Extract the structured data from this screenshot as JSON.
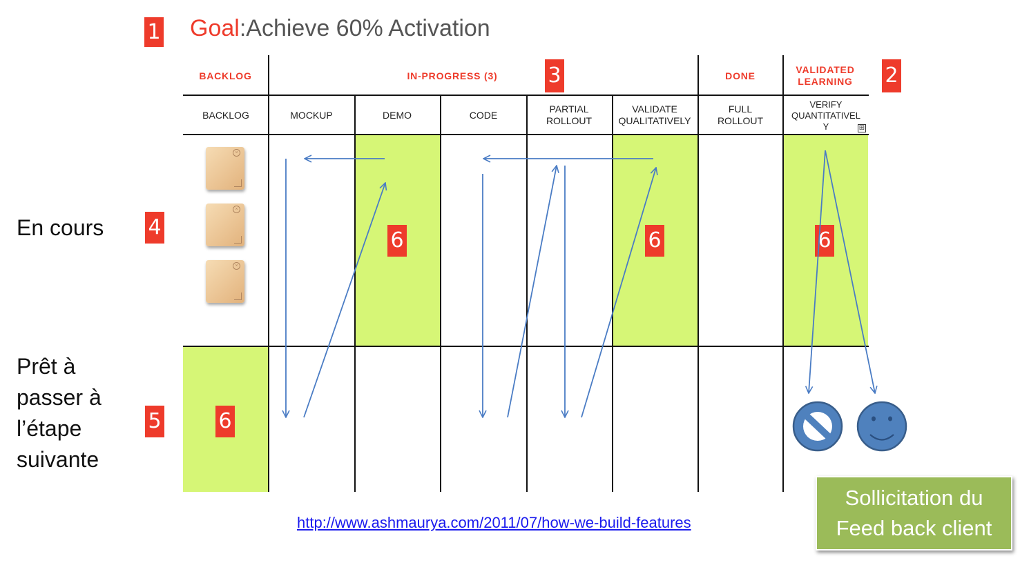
{
  "badges": {
    "goal": "1",
    "validated": "2",
    "in_progress": "3",
    "en_cours": "4",
    "pret": "5",
    "wip_limit": "6"
  },
  "goal": {
    "label": "Goal",
    "separator": ":",
    "text": "Achieve 60% Activation"
  },
  "phases": {
    "backlog": "BACKLOG",
    "in_progress": "IN-PROGRESS (3)",
    "done": "DONE",
    "validated_line1": "VALIDATED",
    "validated_line2": "LEARNING"
  },
  "columns": {
    "backlog": "BACKLOG",
    "mockup": "MOCKUP",
    "demo": "DEMO",
    "code": "CODE",
    "partial_line1": "PARTIAL",
    "partial_line2": "ROLLOUT",
    "validate_line1": "VALIDATE",
    "validate_line2": "QUALITATIVELY",
    "full_line1": "FULL",
    "full_line2": "ROLLOUT",
    "verify_line1": "VERIFY",
    "verify_line2": "QUANTITATIVEL",
    "verify_line3": "Y"
  },
  "expand_icon": "⊞",
  "rows": {
    "en_cours": "En cours",
    "pret_line1": "Prêt à",
    "pret_line2": "passer à",
    "pret_line3": "l’étape",
    "pret_line4": "suivante"
  },
  "url": "http://www.ashmaurya.com/2011/07/how-we-build-features",
  "feedback": {
    "line1": "Sollicitation du",
    "line2": "Feed back client"
  },
  "colors": {
    "accent_red": "#ee3b2b",
    "cell_green": "#d6f676",
    "arrow_blue": "#4a7cc4",
    "feedback_green": "#9bbb59",
    "smiley_blue": "#4f81bd"
  },
  "icons": [
    "no-entry-icon",
    "smiley-icon",
    "close-icon",
    "resize-grip-icon",
    "expand-icon"
  ]
}
